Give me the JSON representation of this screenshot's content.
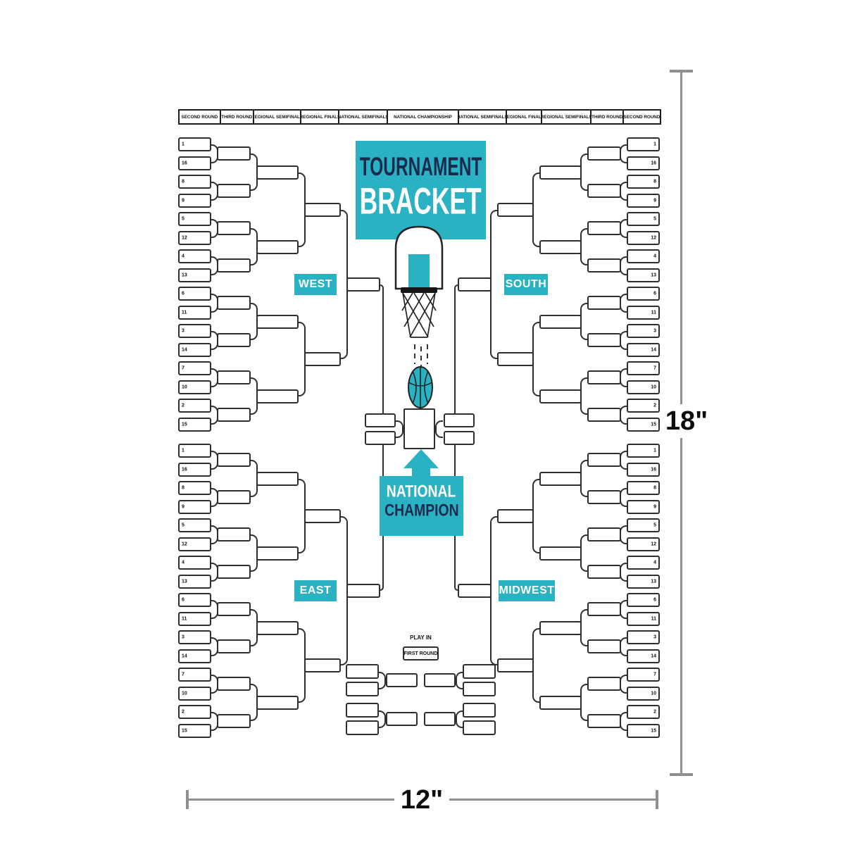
{
  "poster": {
    "header_rounds": [
      "SECOND ROUND",
      "THIRD ROUND",
      "REGIONAL SEMIFINALS",
      "REGIONAL FINALS",
      "NATIONAL SEMIFINALS",
      "NATIONAL CHAMPIONSHIP",
      "NATIONAL SEMIFINALS",
      "REGIONAL FINALS",
      "REGIONAL SEMIFINALS",
      "THIRD ROUND",
      "SECOND ROUND"
    ],
    "title": {
      "line1": "TOURNAMENT",
      "line2": "BRACKET"
    },
    "regions": [
      {
        "name": "WEST"
      },
      {
        "name": "SOUTH"
      },
      {
        "name": "EAST"
      },
      {
        "name": "MIDWEST"
      }
    ],
    "seeds": [
      1,
      16,
      8,
      9,
      5,
      12,
      4,
      13,
      6,
      11,
      3,
      14,
      7,
      10,
      2,
      15
    ],
    "champion": {
      "line1": "NATIONAL",
      "line2": "CHAMPION"
    },
    "playin": {
      "title": "PLAY IN",
      "box_label": "FIRST ROUND"
    },
    "graphics": {
      "hoop": "basketball-hoop-icon",
      "ball": "basketball-icon",
      "arrow": "champion-arrow-icon"
    },
    "colors": {
      "teal": "#2AB2C2",
      "navy": "#1C2B4D",
      "line": "#2E2E2E",
      "dim_gray": "#8F8F8F"
    }
  },
  "dimensions": {
    "height_label": "18\"",
    "width_label": "12\""
  }
}
